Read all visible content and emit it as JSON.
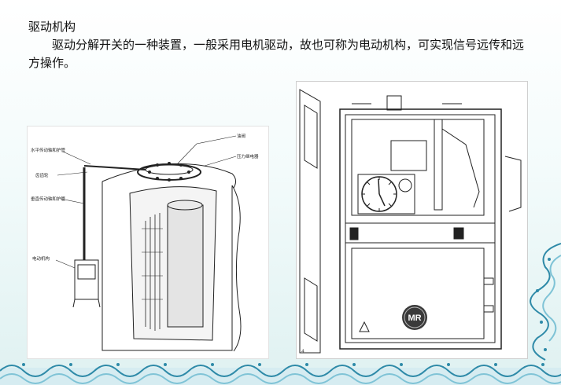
{
  "slide": {
    "heading": "驱动机构",
    "body": "驱动分解开关的一种装置，一般采用电机驱动，故也可称为电动机构，可实现信号远传和远方操作。"
  },
  "left_figure": {
    "labels": {
      "oil_valve": "油阀",
      "pressure_relay": "压力继电器",
      "horizontal_shaft": "水平传动轴和护管",
      "gear": "齿齿轮",
      "vertical_shaft": "垂直传动轴和护管",
      "motor_mechanism": "电动机构"
    }
  },
  "right_figure": {
    "logo_text": "MR",
    "page_number": "4"
  },
  "colors": {
    "wave_blue": "#2e8aa8",
    "wave_light": "#7fc3d6",
    "figure_line": "#222222"
  }
}
